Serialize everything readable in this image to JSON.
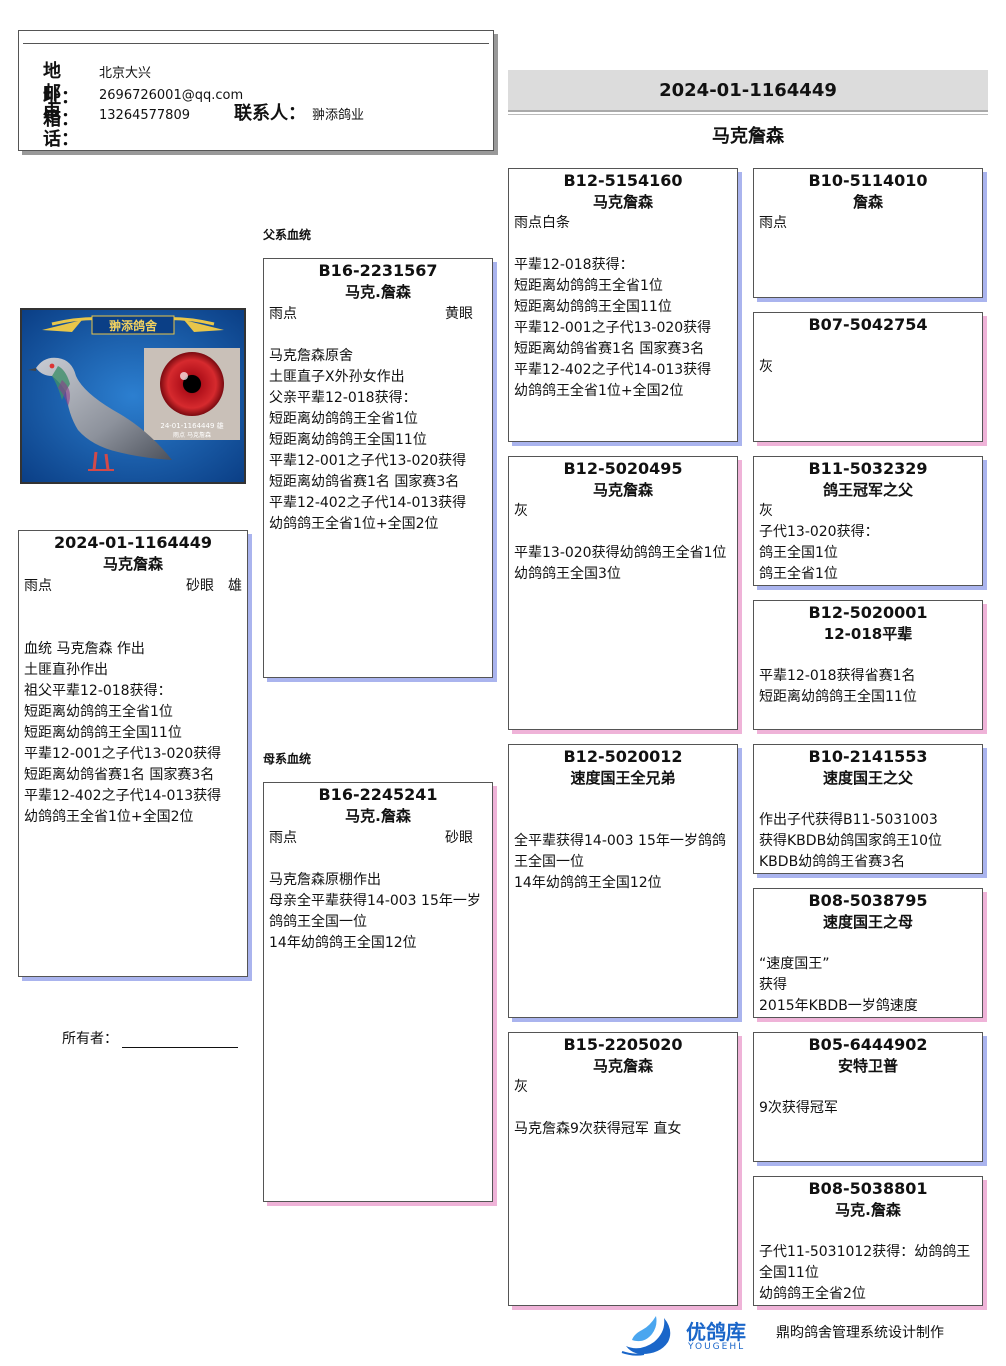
{
  "contact": {
    "address_label": "地 址：",
    "address": "北京大兴",
    "email_label": "邮 箱：",
    "email": "2696726001@qq.com",
    "phone_label": "电 话：",
    "phone": "13264577809",
    "contact_label": "联系人：",
    "contact": "翀添鸽业"
  },
  "header": {
    "ring": "2024-01-1164449",
    "name": "马克詹森"
  },
  "labels": {
    "sire_line": "父系血统",
    "dam_line": "母系血统",
    "owner": "所有者："
  },
  "photo": {
    "banner": "翀添鸽舍",
    "caption": "24-01-1164449 雄",
    "caption2": "雨点 马克詹森"
  },
  "subject": {
    "ring": "2024-01-1164449",
    "name": "马克詹森",
    "color": "雨点",
    "eye": "砂眼",
    "sex": "雄",
    "notes": "\n\n血统 马克詹森 作出\n土匪直孙作出\n祖父平辈12-018获得：\n短距离幼鸽鸽王全省1位\n短距离幼鸽鸽王全国11位\n平辈12-001之子代13-020获得\n短距离幼鸽省赛1名 国家赛3名\n平辈12-402之子代14-013获得\n幼鸽鸽王全省1位+全国2位"
  },
  "sire": {
    "ring": "B16-2231567",
    "name": "马克.詹森",
    "color": "雨点",
    "eye": "黄眼",
    "notes": "\n马克詹森原舍\n土匪直子X外孙女作出\n父亲平辈12-018获得：\n短距离幼鸽鸽王全省1位\n短距离幼鸽鸽王全国11位\n平辈12-001之子代13-020获得\n短距离幼鸽省赛1名 国家赛3名\n平辈12-402之子代14-013获得\n幼鸽鸽王全省1位+全国2位"
  },
  "dam": {
    "ring": "B16-2245241",
    "name": "马克.詹森",
    "color": "雨点",
    "eye": "砂眼",
    "notes": "\n马克詹森原棚作出\n母亲全平辈获得14-003 15年一岁鸽鸽王全国一位\n14年幼鸽鸽王全国12位"
  },
  "gp": [
    {
      "ring": "B12-5154160",
      "name": "马克詹森",
      "notes": "雨点白条\n\n平辈12-018获得：\n短距离幼鸽鸽王全省1位\n短距离幼鸽鸽王全国11位\n平辈12-001之子代13-020获得\n短距离幼鸽省赛1名 国家赛3名\n平辈12-402之子代14-013获得\n幼鸽鸽王全省1位+全国2位"
    },
    {
      "ring": "B12-5020495",
      "name": "马克詹森",
      "notes": "灰\n\n平辈13-020获得幼鸽鸽王全省1位\n幼鸽鸽王全国3位"
    },
    {
      "ring": "B12-5020012",
      "name": "速度国王全兄弟",
      "notes": "\n\n全平辈获得14-003 15年一岁鸽鸽王全国一位\n14年幼鸽鸽王全国12位"
    },
    {
      "ring": "B15-2205020",
      "name": "马克詹森",
      "notes": "灰\n\n马克詹森9次获得冠军 直女"
    }
  ],
  "ggp": [
    {
      "ring": "B10-5114010",
      "name": "詹森",
      "notes": "雨点"
    },
    {
      "ring": "B07-5042754",
      "name": "",
      "notes": "灰"
    },
    {
      "ring": "B11-5032329",
      "name": "鸽王冠军之父",
      "notes": "灰\n子代13-020获得：\n鸽王全国1位\n鸽王全省1位"
    },
    {
      "ring": "B12-5020001",
      "name": "12-018平辈",
      "notes": "\n平辈12-018获得省赛1名\n短距离幼鸽鸽王全国11位"
    },
    {
      "ring": "B10-2141553",
      "name": "速度国王之父",
      "notes": "\n作出子代获得B11-5031003\n获得KBDB幼鸽国家鸽王10位\nKBDB幼鸽鸽王省赛3名"
    },
    {
      "ring": "B08-5038795",
      "name": "速度国王之母",
      "notes": "\n“速度国王”\n获得\n2015年KBDB一岁鸽速度"
    },
    {
      "ring": "B05-6444902",
      "name": "安特卫普",
      "notes": "\n9次获得冠军"
    },
    {
      "ring": "B08-5038801",
      "name": "马克.詹森",
      "notes": "\n子代11-5031012获得：幼鸽鸽王全国11位\n幼鸽鸽王全省2位"
    }
  ],
  "footer": {
    "brand": "优鸽库",
    "brand_sub": "YOUGEHL",
    "credit": "鼎昀鸽舍管理系统设计制作"
  },
  "colors": {
    "shadow_blue": "#aab4ee",
    "shadow_pink": "#efb3d8",
    "brand_blue": "#1a66c9"
  }
}
